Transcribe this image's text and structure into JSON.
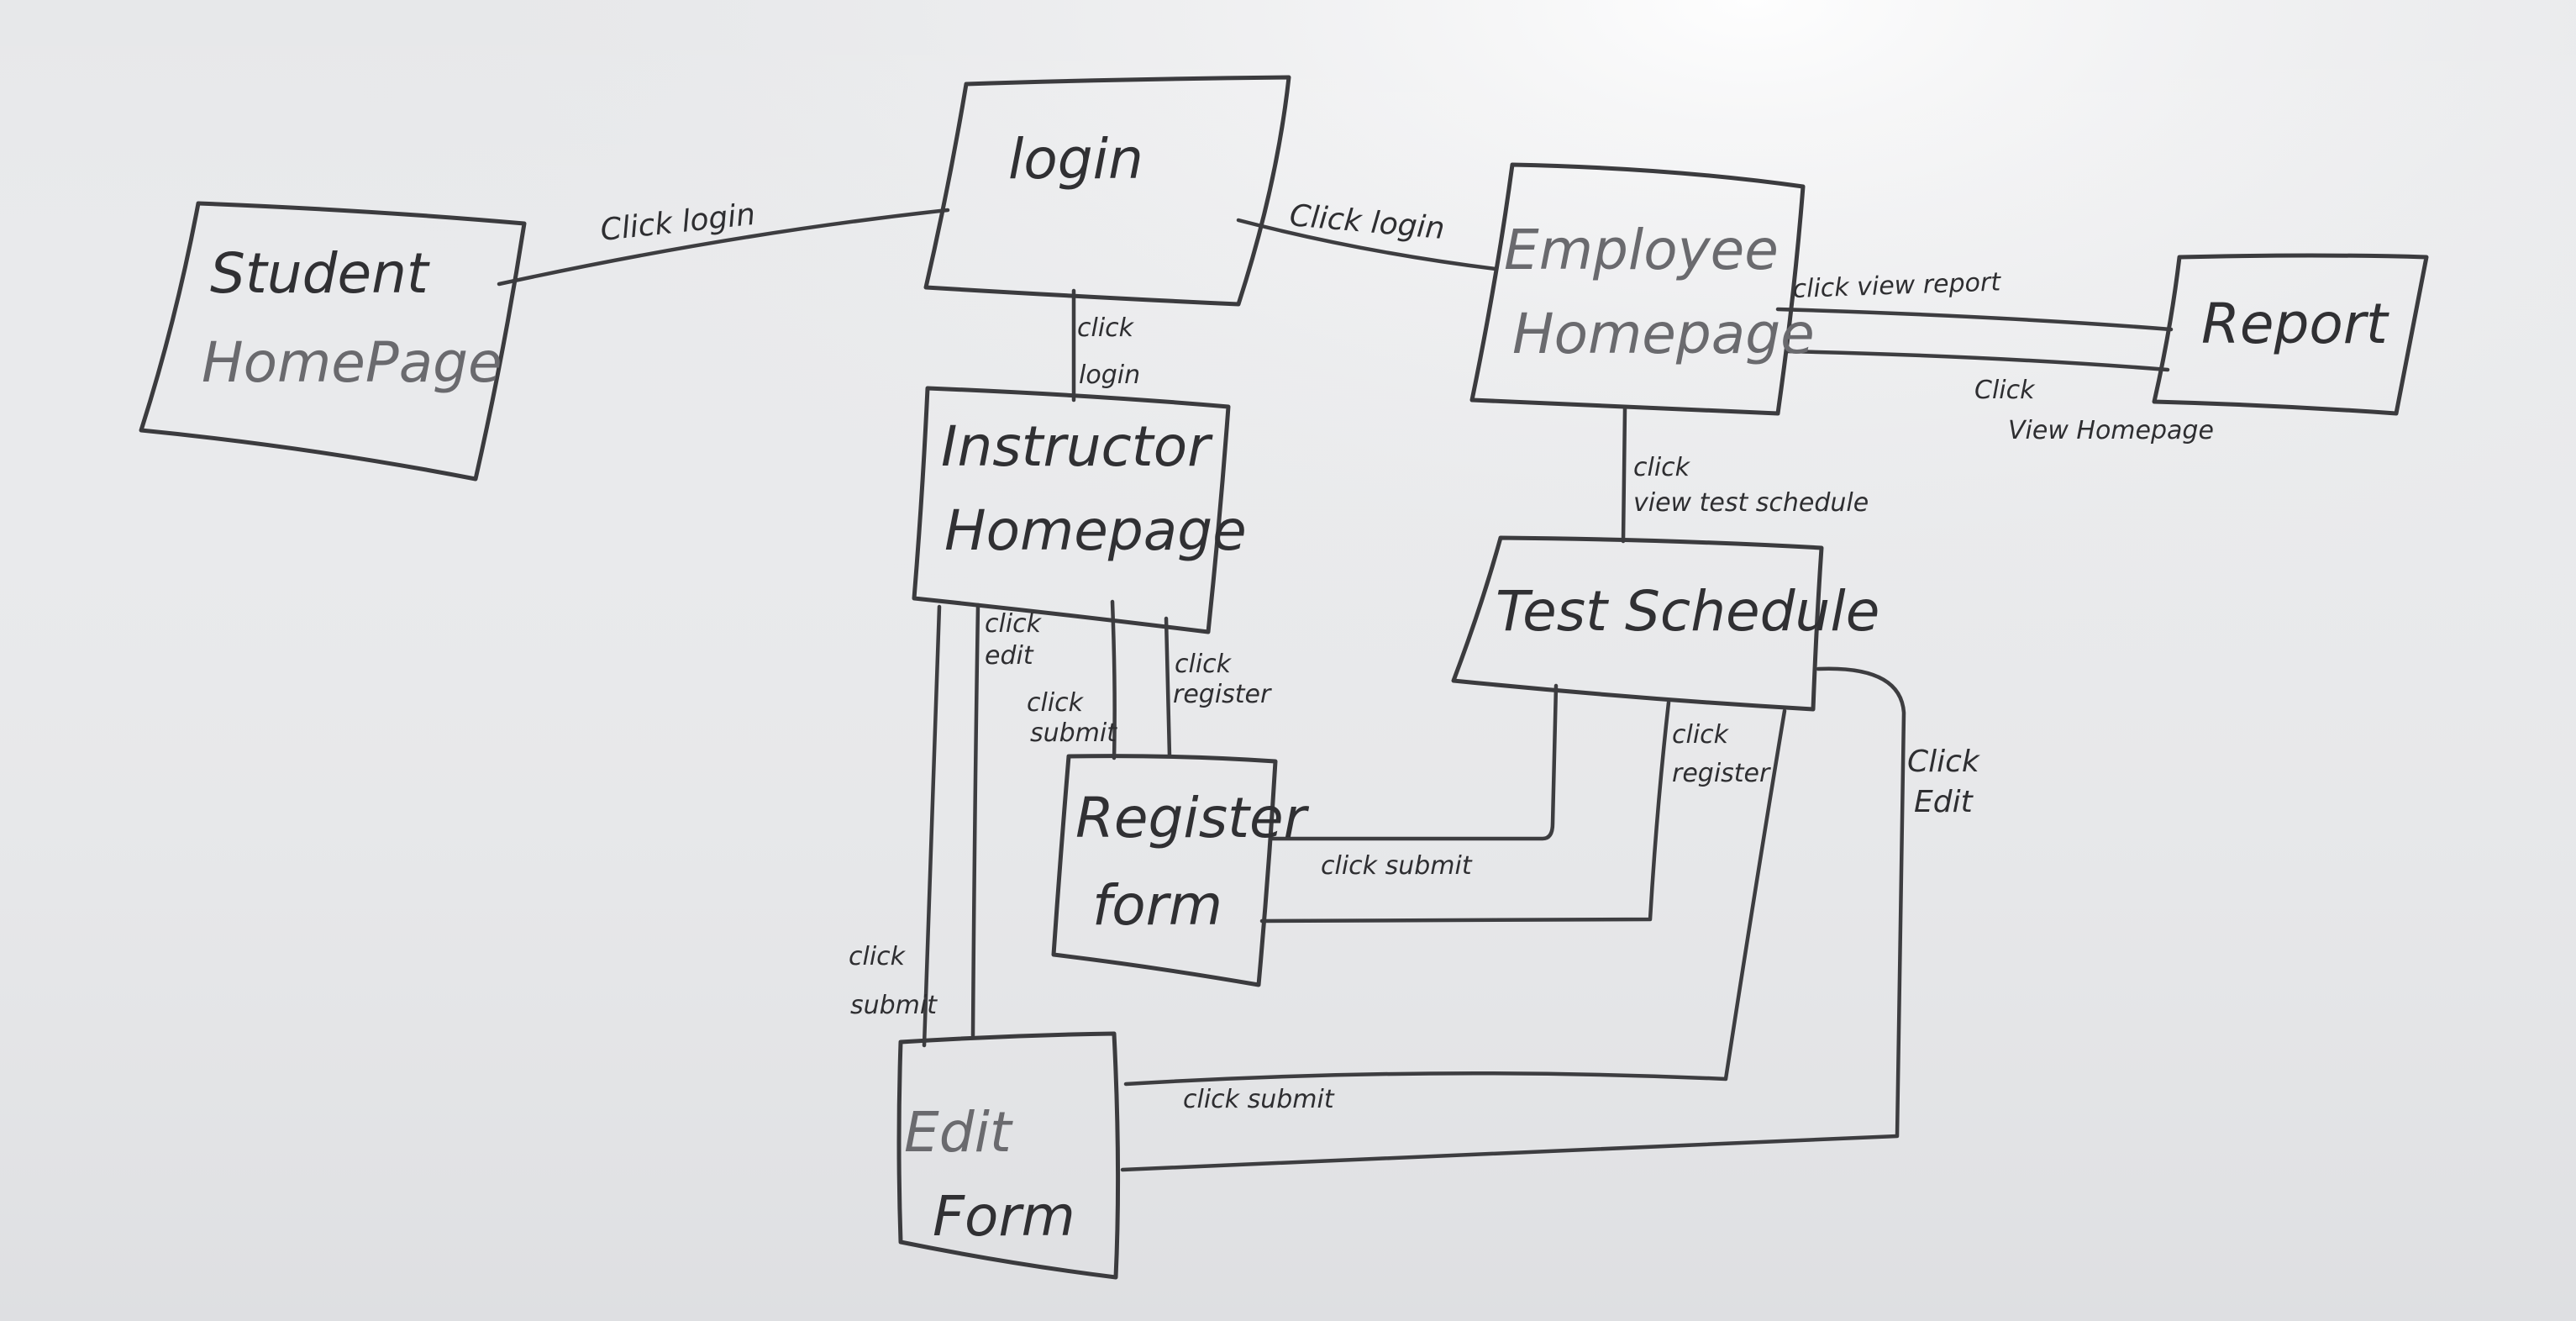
{
  "nodes": {
    "login": "login",
    "student": [
      "Student",
      "HomePage"
    ],
    "employee": [
      "Employee",
      "Homepage"
    ],
    "report": "Report",
    "instructor": [
      "Instructor",
      "Homepage"
    ],
    "test_schedule": "Test Schedule",
    "register_form": [
      "Register",
      "form"
    ],
    "edit_form": [
      "Edit",
      "Form"
    ]
  },
  "edges": {
    "login_to_student": "Click login",
    "login_to_employee": "Click login",
    "login_to_instructor": [
      "click",
      "login"
    ],
    "employee_to_report": "click view report",
    "report_to_employee": [
      "Click",
      "View Homepage"
    ],
    "employee_to_test_schedule": [
      "click",
      "view test schedule"
    ],
    "instructor_to_edit": [
      "click",
      "edit"
    ],
    "instructor_to_register": [
      "click",
      "register"
    ],
    "register_to_instructor": [
      "click",
      "submit"
    ],
    "edit_to_instructor": [
      "click",
      "submit"
    ],
    "register_to_test_schedule": "click submit",
    "test_schedule_to_register": [
      "click",
      "register"
    ],
    "test_schedule_to_edit": [
      "Click",
      "Edit"
    ],
    "edit_to_test_schedule": "click submit"
  }
}
